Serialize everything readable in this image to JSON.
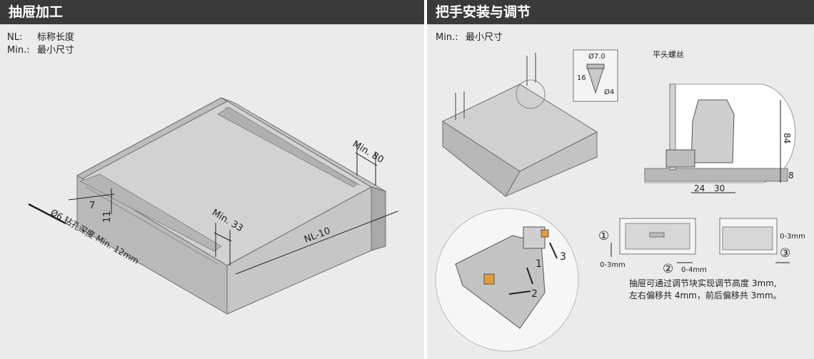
{
  "left": {
    "title": "抽屉加工",
    "legend": [
      {
        "key": "NL:",
        "value": "标称长度"
      },
      {
        "key": "Min.:",
        "value": "最小尺寸"
      }
    ],
    "dims": {
      "min80": "Min. 80",
      "min33": "Min. 33",
      "nl10": "NL-10",
      "d7": "7",
      "d11": "11",
      "drill": "Ø6  钻孔深度 Min. 12mm"
    }
  },
  "right": {
    "title": "把手安装与调节",
    "legend": [
      {
        "key": "Min.:",
        "value": "最小尺寸"
      }
    ],
    "screw": {
      "title": "平头螺丝",
      "d70": "Ø7.0",
      "l16": "16",
      "d4": "Ø4"
    },
    "section": {
      "h84": "84",
      "h8": "8",
      "w24": "24",
      "w30": "30"
    },
    "steps": {
      "s1": "1",
      "s2": "2",
      "s3": "3"
    },
    "adjust": {
      "c1": "①",
      "c2": "②",
      "c3": "③",
      "r1": "0-3mm",
      "r2": "0-4mm",
      "r3": "0-3mm"
    },
    "note": [
      "抽屉可通过调节块实现调节高度 3mm,",
      "左右偏移共 4mm，前后偏移共 3mm。"
    ]
  }
}
